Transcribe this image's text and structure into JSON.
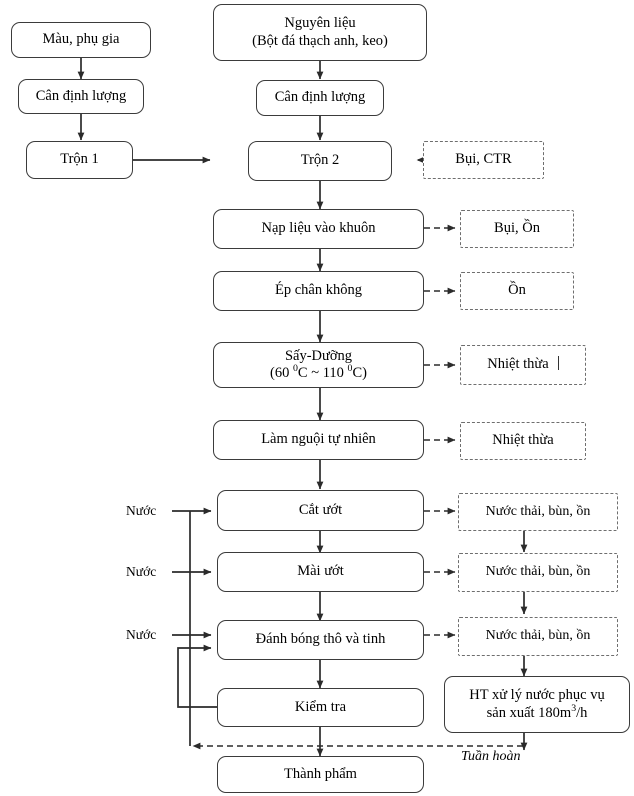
{
  "diagram": {
    "title": "Quy trinh san xuat da nhan tao",
    "nodes": {
      "mau_phu_gia": "Màu, phụ gia",
      "can_dinh_luong_1": "Cân định lượng",
      "tron_1": "Trộn 1",
      "nguyen_lieu_l1": "Nguyên liệu",
      "nguyen_lieu_l2": "(Bột đá thạch anh, keo)",
      "can_dinh_luong_2": "Cân định lượng",
      "tron_2": "Trộn 2",
      "nap_lieu": "Nạp liệu vào khuôn",
      "ep_chan_khong": "Ép chân không",
      "say_duong_l1": "Sấy-Dưỡng",
      "say_duong_l2_a": "(60 ",
      "say_duong_l2_sup1": "0",
      "say_duong_l2_b": "C ~ 110 ",
      "say_duong_l2_sup2": "0",
      "say_duong_l2_c": "C)",
      "lam_nguoi": "Làm nguội tự nhiên",
      "cat_uot": "Cắt ướt",
      "mai_uot": "Mài ướt",
      "danh_bong": "Đánh bóng thô và tinh",
      "kiem_tra": "Kiểm tra",
      "thanh_pham": "Thành phẩm",
      "ht_xu_ly_l1": "HT xử lý nước phục vụ",
      "ht_xu_ly_l2_a": "sản xuất 180m",
      "ht_xu_ly_l2_sup": "3",
      "ht_xu_ly_l2_b": "/h"
    },
    "waste_nodes": {
      "bui_ctr": "Bụi, CTR",
      "bui_on": "Bụi, Ồn",
      "on": "Ồn",
      "nhiet_thua_1": "Nhiệt thừa",
      "nhiet_thua_2": "Nhiệt thừa",
      "nuoc_thai_1": "Nước thải, bùn, ồn",
      "nuoc_thai_2": "Nước thải, bùn, ồn",
      "nuoc_thai_3": "Nước thải, bùn, ồn"
    },
    "input_labels": {
      "nuoc_1": "Nước",
      "nuoc_2": "Nước",
      "nuoc_3": "Nước"
    },
    "annotations": {
      "tuan_hoan": "Tuần hoàn"
    },
    "colors": {
      "box_stroke": "#3b3b3b",
      "dashed_stroke": "#6e6e6e",
      "arrow": "#2b2b2b",
      "text": "#000000",
      "background": "#ffffff"
    }
  }
}
